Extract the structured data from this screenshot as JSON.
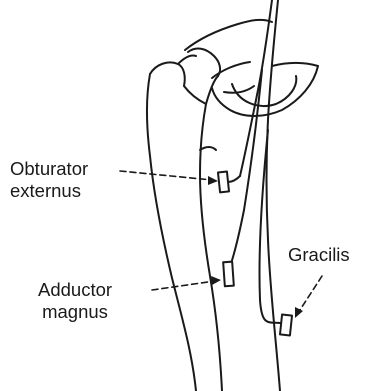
{
  "labels": {
    "obturator_externus": [
      "Obturator",
      "externus"
    ],
    "adductor_magnus": [
      "Adductor",
      "magnus"
    ],
    "gracilis": "Gracilis"
  },
  "colors": {
    "ink": "#1a1a1a",
    "background": "#ffffff"
  }
}
